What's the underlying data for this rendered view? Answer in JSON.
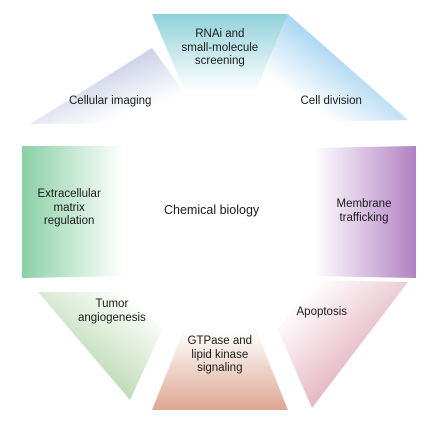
{
  "center": {
    "label": "Chemical biology"
  },
  "segments": [
    {
      "id": "rnai",
      "lines": [
        "RNAi and",
        "small-molecule",
        "screening"
      ],
      "color": "#8fd1da",
      "gradient_to": "top"
    },
    {
      "id": "division",
      "lines": [
        "Cell division"
      ],
      "color": "#5fb1e6",
      "gradient_to": "outer"
    },
    {
      "id": "membrane",
      "lines": [
        "Membrane",
        "trafficking"
      ],
      "color": "#b17fc2",
      "gradient_to": "right"
    },
    {
      "id": "apoptosis",
      "lines": [
        "Apoptosis"
      ],
      "color": "#d894a8",
      "gradient_to": "outer"
    },
    {
      "id": "gtpase",
      "lines": [
        "GTPase and",
        "lipid kinase",
        "signaling"
      ],
      "color": "#dca691",
      "gradient_to": "bottom"
    },
    {
      "id": "tumor",
      "lines": [
        "Tumor",
        "angiogenesis"
      ],
      "color": "#a8cf9c",
      "gradient_to": "outer"
    },
    {
      "id": "ecm",
      "lines": [
        "Extracellular",
        "matrix",
        "regulation"
      ],
      "color": "#89cfa5",
      "gradient_to": "left"
    },
    {
      "id": "imaging",
      "lines": [
        "Cellular imaging"
      ],
      "color": "#b7bfdc",
      "gradient_to": "outer"
    }
  ]
}
